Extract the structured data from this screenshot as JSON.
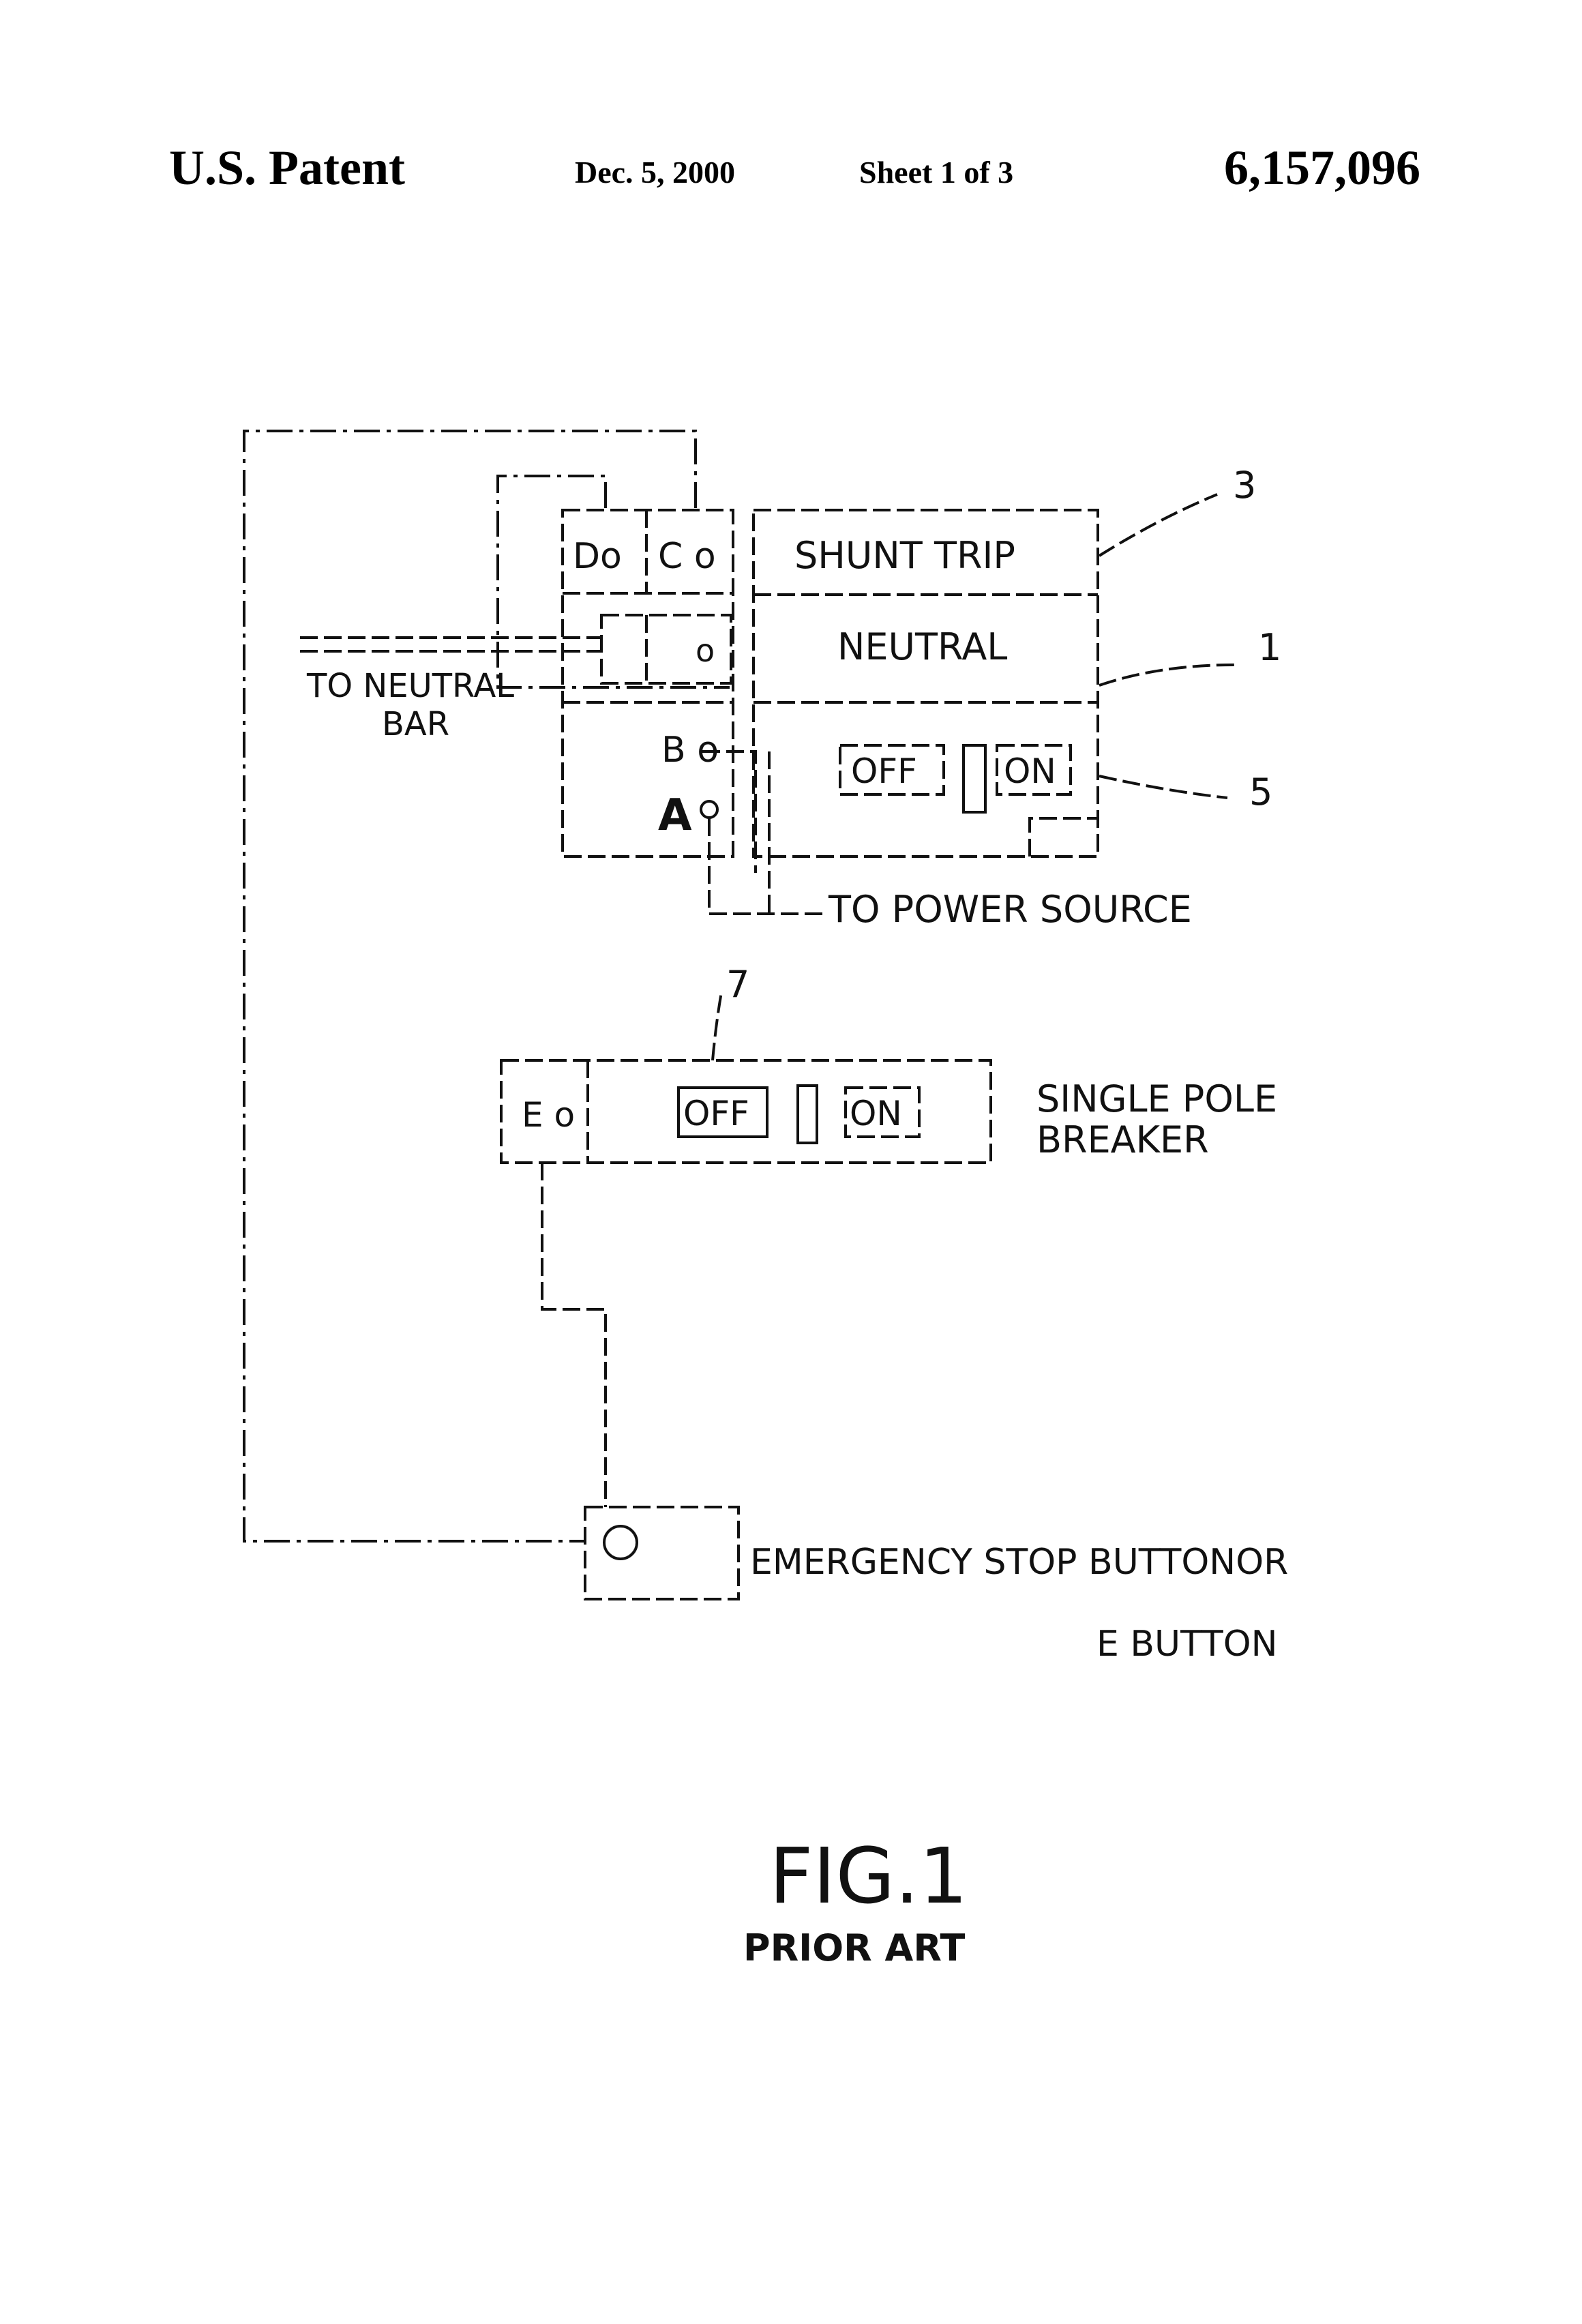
{
  "header": {
    "left": "U.S. Patent",
    "date": "Dec. 5, 2000",
    "sheet": "Sheet 1 of 3",
    "number": "6,157,096"
  },
  "diagram": {
    "terminals": {
      "d": "Do",
      "c": "C o",
      "b": "B o",
      "a": "A",
      "e": "E o",
      "neutral_term": "o"
    },
    "shunt_trip": "SHUNT  TRIP",
    "neutral": "NEUTRAL",
    "switch_off": "OFF",
    "switch_on": "ON",
    "to_neutral_bar": [
      "TO NEUTRAL",
      "BAR"
    ],
    "to_power_source": "TO POWER  SOURCE",
    "single_pole_breaker": [
      "SINGLE  POLE",
      "BREAKER"
    ],
    "emergency_stop": "EMERGENCY  STOP  BUTTONOR",
    "e_button": "E  BUTTON",
    "refs": {
      "r3": "3",
      "r1": "1",
      "r5": "5",
      "r7": "7"
    }
  },
  "figure": {
    "title": "FIG.1",
    "subtitle": "PRIOR ART"
  }
}
